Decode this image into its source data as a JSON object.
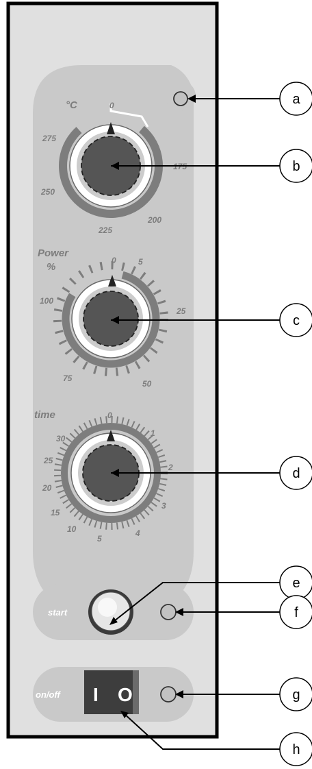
{
  "temperature_dial": {
    "unit_label": "°C",
    "scale": [
      "0",
      "175",
      "200",
      "225",
      "250",
      "275"
    ]
  },
  "power_dial": {
    "title": "Power",
    "unit": "%",
    "scale": [
      "0",
      "5",
      "25",
      "50",
      "75",
      "100"
    ]
  },
  "time_dial": {
    "title": "time",
    "scale": [
      "0",
      "1",
      "2",
      "3",
      "4",
      "5",
      "10",
      "15",
      "20",
      "25",
      "30"
    ]
  },
  "buttons": {
    "start_label": "start",
    "power_label": "on/off",
    "switch_on_symbol": "I",
    "switch_off_symbol": "O"
  },
  "callouts": [
    "a",
    "b",
    "c",
    "d",
    "e",
    "f",
    "g",
    "h"
  ],
  "colors": {
    "panel": "#e0e0e0",
    "zone": "#c9c9c9",
    "knob": "#555555",
    "ring": "#7d7d7d",
    "switch": "#3d3d3d"
  }
}
